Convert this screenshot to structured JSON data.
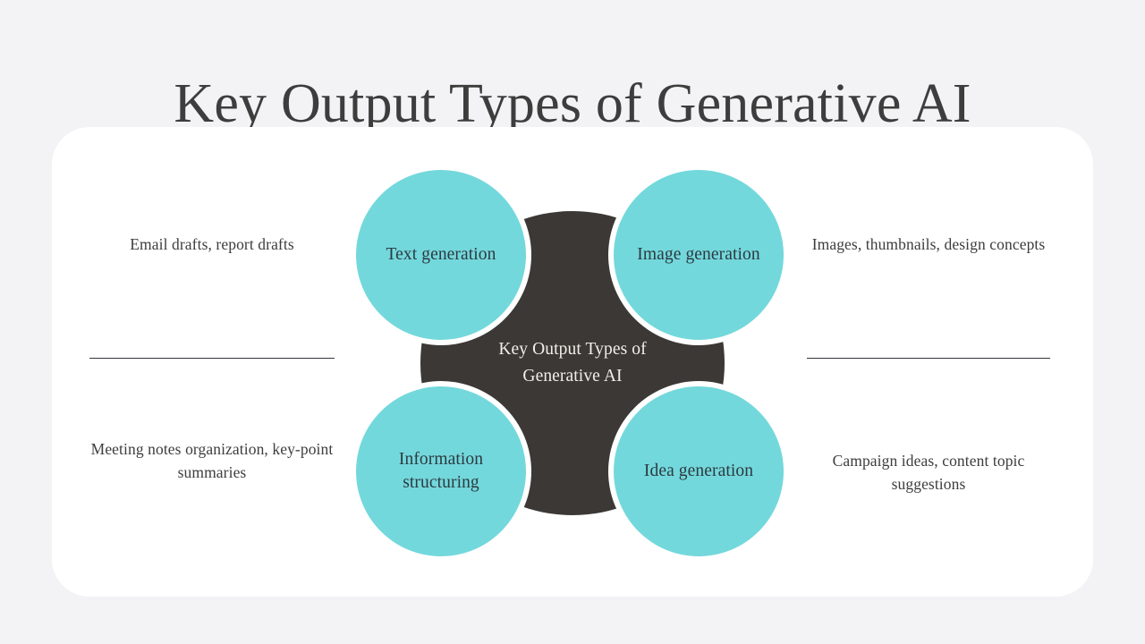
{
  "slide": {
    "title": "Key Output Types of Generative AI",
    "background_color": "#f3f2f4",
    "card_color": "#ffffff"
  },
  "diagram": {
    "type": "hub-and-spoke-circles",
    "hub": {
      "label": "Key Output Types of Generative AI",
      "color": "#3b3835",
      "text_color": "#f2efe9"
    },
    "petal_color": "#73d8dc",
    "petal_text_color": "#2c3a40",
    "petals": [
      {
        "id": "text-generation",
        "label": "Text generation",
        "position": "top-left"
      },
      {
        "id": "image-generation",
        "label": "Image generation",
        "position": "top-right"
      },
      {
        "id": "information-structuring",
        "label": "Information structuring",
        "position": "bottom-left"
      },
      {
        "id": "idea-generation",
        "label": "Idea generation",
        "position": "bottom-right"
      }
    ]
  },
  "descriptions": {
    "left_top": "Email drafts, report drafts",
    "left_bottom": "Meeting notes organization, key-point summaries",
    "right_top": "Images, thumbnails, design concepts",
    "right_bottom": "Campaign ideas, content topic suggestions"
  },
  "dividers": {
    "color": "#36343a"
  }
}
